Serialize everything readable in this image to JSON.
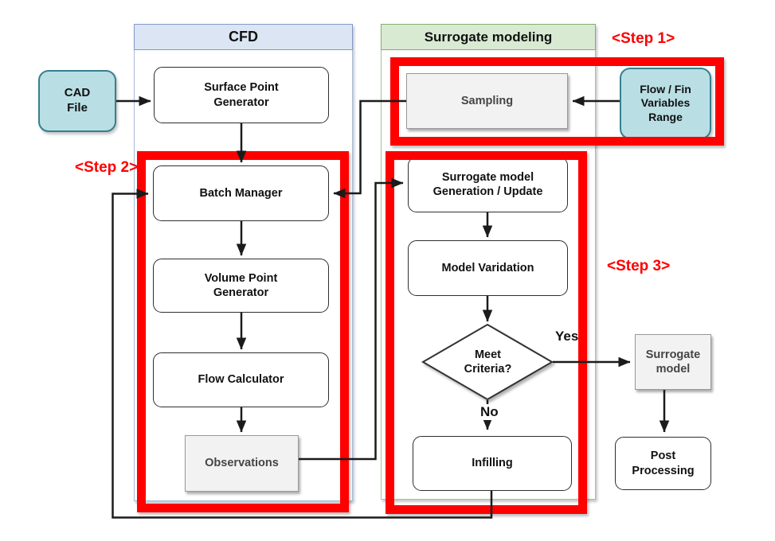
{
  "columns": {
    "cfd": {
      "title": "CFD"
    },
    "surrogate": {
      "title": "Surrogate modeling"
    }
  },
  "nodes": {
    "cad_file": {
      "label": "CAD\nFile"
    },
    "surface_point_generator": {
      "label": "Surface Point\nGenerator"
    },
    "batch_manager": {
      "label": "Batch Manager"
    },
    "volume_point_generator": {
      "label": "Volume Point\nGenerator"
    },
    "flow_calculator": {
      "label": "Flow Calculator"
    },
    "observations": {
      "label": "Observations"
    },
    "sampling": {
      "label": "Sampling"
    },
    "surrogate_model_generation": {
      "label": "Surrogate model\nGeneration / Update"
    },
    "model_varidation": {
      "label": "Model Varidation"
    },
    "meet_criteria": {
      "label": "Meet\nCriteria?"
    },
    "infilling": {
      "label": "Infilling"
    },
    "flow_fin_variables_range": {
      "label": "Flow / Fin\nVariables\nRange"
    },
    "surrogate_model": {
      "label": "Surrogate\nmodel"
    },
    "post_processing": {
      "label": "Post\nProcessing"
    }
  },
  "annotations": {
    "step1": "<Step 1>",
    "step2": "<Step 2>",
    "step3": "<Step 3>"
  },
  "edge_labels": {
    "yes": "Yes",
    "no": "No"
  },
  "colors": {
    "highlight_red": "#fe0000",
    "cfd_header_fill": "#dbe5f4",
    "cfd_border": "#8398c9",
    "surrogate_header_fill": "#d9ead3",
    "surrogate_border": "#7fae6b",
    "io_box_fill": "#b9dfe5",
    "io_box_border": "#35808f",
    "data_box_fill": "#f2f2f2",
    "arrow_color": "#1b1b1b"
  }
}
